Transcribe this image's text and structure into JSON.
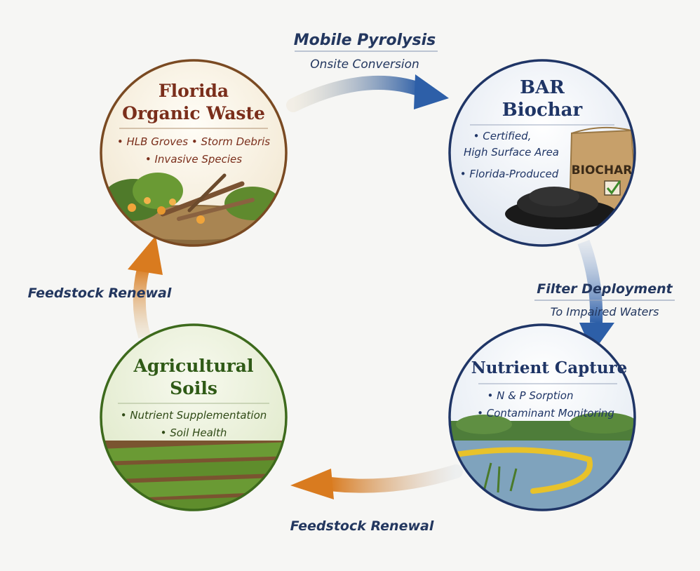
{
  "nodes": {
    "waste": {
      "title_line1": "Florida",
      "title_line2": "Organic Waste",
      "bullets": [
        "• HLB Groves • Storm Debris",
        "• Invasive Species"
      ],
      "color": "#7a2e1b"
    },
    "biochar": {
      "title_line1": "BAR",
      "title_line2": "Biochar",
      "bullets": [
        "• Certified,",
        "High Surface Area",
        "• Florida-Produced"
      ],
      "bag_label": "BIOCHAR",
      "color": "#1f3566"
    },
    "capture": {
      "title_line1": "Nutrient Capture",
      "bullets": [
        "• N & P Sorption",
        "• Contaminant Monitoring"
      ],
      "color": "#1f3566"
    },
    "soils": {
      "title_line1": "Agricultural",
      "title_line2": "Soils",
      "bullets": [
        "• Nutrient Supplementation",
        "• Soil Health"
      ],
      "color": "#2f5a16"
    }
  },
  "flows": {
    "top": {
      "label": "Mobile Pyrolysis",
      "sub": "Onsite Conversion",
      "color": "#2d5fa8"
    },
    "right": {
      "label": "Filter Deployment",
      "sub": "To Impaired Waters",
      "color": "#2d5fa8"
    },
    "bottom": {
      "label": "Feedstock Renewal",
      "color": "#d97b1f"
    },
    "left": {
      "label": "Feedstock Renewal",
      "color": "#d97b1f"
    }
  }
}
